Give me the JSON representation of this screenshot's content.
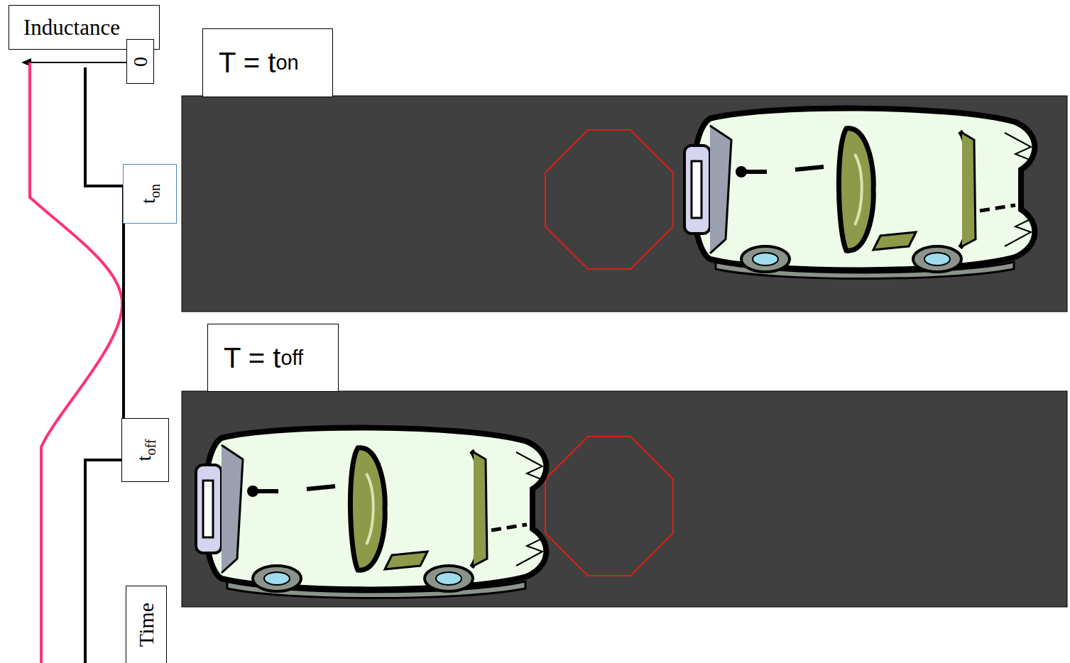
{
  "diagram": {
    "nodes": [
      {
        "text": [
          "Inductance"
        ]
      },
      {
        "text": [
          "0"
        ]
      },
      {
        "text": [
          "T = t",
          "on"
        ]
      },
      {
        "text": [
          "t",
          "on"
        ]
      },
      {
        "text": [
          "T = t",
          "off"
        ]
      },
      {
        "text": [
          "t",
          "off"
        ]
      },
      {
        "text": [
          "Time"
        ]
      }
    ]
  }
}
